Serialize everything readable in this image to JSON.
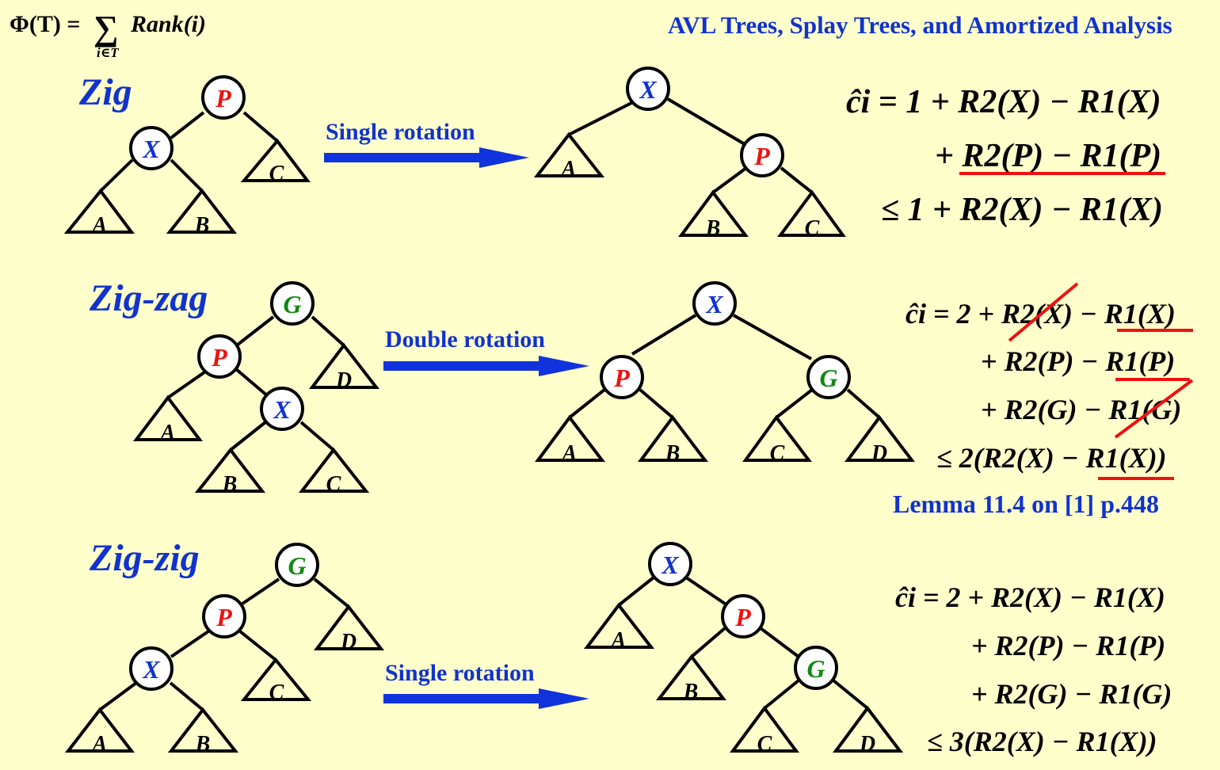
{
  "header": {
    "formula": {
      "lhs": "Φ(T) = ",
      "sum": "∑",
      "sub": "i∈T",
      "rhs": "Rank(i)"
    },
    "title": "AVL Trees, Splay Trees, and Amortized Analysis"
  },
  "colors": {
    "blue": "#1133cc",
    "red": "#ee1111",
    "green": "#118811",
    "arrow": "#1133dd",
    "strike": "#ee1111",
    "bg": "#ffffcc"
  },
  "sections": {
    "zig": {
      "label": "Zig",
      "arrow_label": "Single rotation",
      "before": {
        "nodes": [
          "P",
          "X"
        ],
        "subtrees": [
          "A",
          "B",
          "C"
        ]
      },
      "after": {
        "nodes": [
          "X",
          "P"
        ],
        "subtrees": [
          "A",
          "B",
          "C"
        ]
      },
      "equation": [
        "ĉi = 1 + R2(X) − R1(X)",
        "+ R2(P) − R1(P)",
        "≤ 1 + R2(X) − R1(X)"
      ]
    },
    "zigzag": {
      "label": "Zig-zag",
      "arrow_label": "Double rotation",
      "before": {
        "nodes": [
          "G",
          "P",
          "X"
        ],
        "subtrees": [
          "A",
          "B",
          "C",
          "D"
        ]
      },
      "after": {
        "nodes": [
          "X",
          "P",
          "G"
        ],
        "subtrees": [
          "A",
          "B",
          "C",
          "D"
        ]
      },
      "equation": [
        "ĉi = 2 + R2(X) − R1(X)",
        "+ R2(P) − R1(P)",
        "+ R2(G) − R1(G)",
        "≤ 2(R2(X) − R1(X))"
      ],
      "note": "Lemma 11.4 on [1] p.448"
    },
    "zigzig": {
      "label": "Zig-zig",
      "arrow_label": "Single rotation",
      "before": {
        "nodes": [
          "G",
          "P",
          "X"
        ],
        "subtrees": [
          "A",
          "B",
          "C",
          "D"
        ]
      },
      "after": {
        "nodes": [
          "X",
          "P",
          "G"
        ],
        "subtrees": [
          "A",
          "B",
          "C",
          "D"
        ]
      },
      "equation": [
        "ĉi = 2 + R2(X) − R1(X)",
        "+ R2(P) − R1(P)",
        "+ R2(G) − R1(G)",
        "≤ 3(R2(X) − R1(X))"
      ]
    }
  }
}
